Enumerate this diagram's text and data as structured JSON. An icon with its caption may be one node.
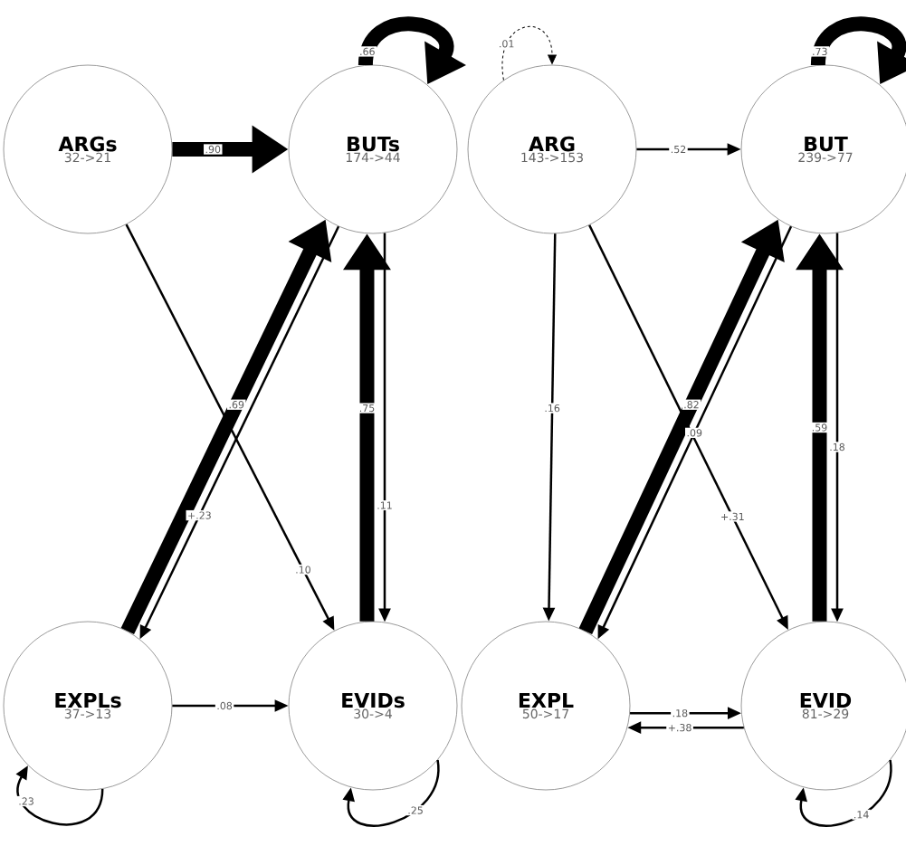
{
  "diagram": {
    "nodes": [
      {
        "text": [
          "ARGs",
          "32->21"
        ]
      },
      {
        "text": [
          "BUTs",
          "174->44"
        ]
      },
      {
        "text": [
          "ARG",
          "143->153"
        ]
      },
      {
        "text": [
          "BUT",
          "239->77"
        ]
      },
      {
        "text": [
          "EXPLs",
          "37->13"
        ]
      },
      {
        "text": [
          "EVIDs",
          "30->4"
        ]
      },
      {
        "text": [
          "EXPL",
          "50->17"
        ]
      },
      {
        "text": [
          "EVID",
          "81->29"
        ]
      }
    ],
    "edges": [
      {
        "from": 0,
        "to": 1,
        "arrow": "to",
        "label": ".90",
        "style": "thick"
      },
      {
        "from": 1,
        "to": 1,
        "arrow": "to",
        "label": ".66",
        "style": "thick"
      },
      {
        "from": 4,
        "to": 1,
        "arrow": "to",
        "label": ".69",
        "style": "thick"
      },
      {
        "from": 1,
        "to": 4,
        "arrow": "to",
        "label": "+.23"
      },
      {
        "from": 0,
        "to": 5,
        "arrow": "to",
        "label": ".10"
      },
      {
        "from": 5,
        "to": 1,
        "arrow": "to",
        "label": ".75",
        "style": "thick"
      },
      {
        "from": 1,
        "to": 5,
        "arrow": "to",
        "label": ".11"
      },
      {
        "from": 4,
        "to": 5,
        "arrow": "to",
        "label": ".08"
      },
      {
        "from": 4,
        "to": 4,
        "arrow": "to",
        "label": ".23"
      },
      {
        "from": 5,
        "to": 5,
        "arrow": "to",
        "label": ".25"
      },
      {
        "from": 2,
        "to": 2,
        "arrow": "to",
        "label": ".01",
        "style": "dashed"
      },
      {
        "from": 2,
        "to": 3,
        "arrow": "to",
        "label": ".52"
      },
      {
        "from": 2,
        "to": 6,
        "arrow": "to",
        "label": ".16"
      },
      {
        "from": 2,
        "to": 7,
        "arrow": "to",
        "label": "+.31"
      },
      {
        "from": 6,
        "to": 3,
        "arrow": "to",
        "label": ".82",
        "style": "thick"
      },
      {
        "from": 3,
        "to": 6,
        "arrow": "to",
        "label": ".09"
      },
      {
        "from": 7,
        "to": 3,
        "arrow": "to",
        "label": ".59",
        "style": "thick"
      },
      {
        "from": 3,
        "to": 7,
        "arrow": "to",
        "label": ".18"
      },
      {
        "from": 3,
        "to": 3,
        "arrow": "to",
        "label": ".73",
        "style": "thick"
      },
      {
        "from": 6,
        "to": 7,
        "arrow": "to",
        "label": ".18"
      },
      {
        "from": 7,
        "to": 6,
        "arrow": "to",
        "label": "+.38"
      },
      {
        "from": 7,
        "to": 7,
        "arrow": "to",
        "label": ".14"
      }
    ]
  }
}
